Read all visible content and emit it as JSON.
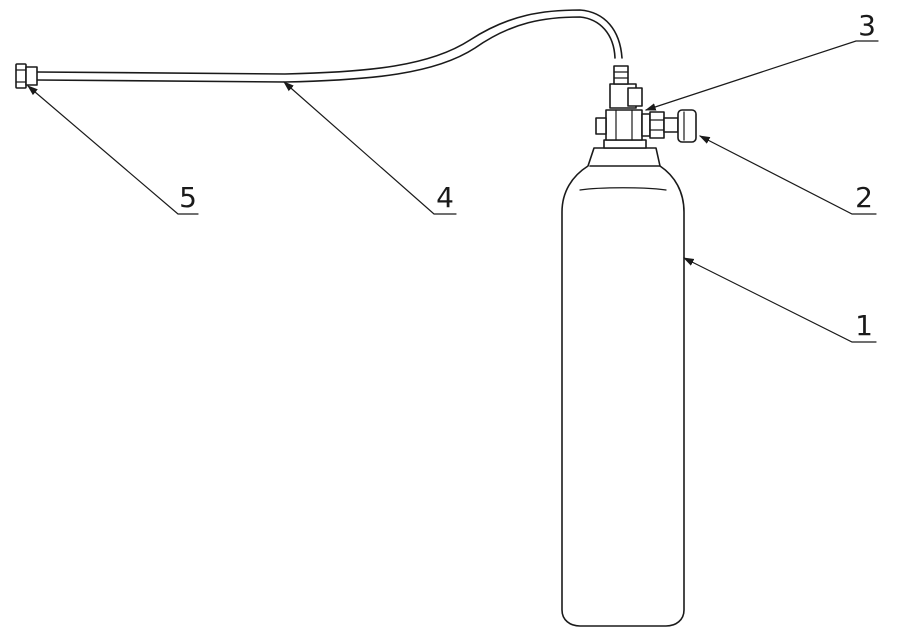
{
  "diagram": {
    "callouts": [
      {
        "id": "1",
        "label": "1",
        "part": "cylinder"
      },
      {
        "id": "2",
        "label": "2",
        "part": "pressure-gauge"
      },
      {
        "id": "3",
        "label": "3",
        "part": "valve"
      },
      {
        "id": "4",
        "label": "4",
        "part": "hose"
      },
      {
        "id": "5",
        "label": "5",
        "part": "hose-connector"
      }
    ],
    "colors": {
      "line": "#1a1a1a",
      "background": "#ffffff"
    }
  }
}
